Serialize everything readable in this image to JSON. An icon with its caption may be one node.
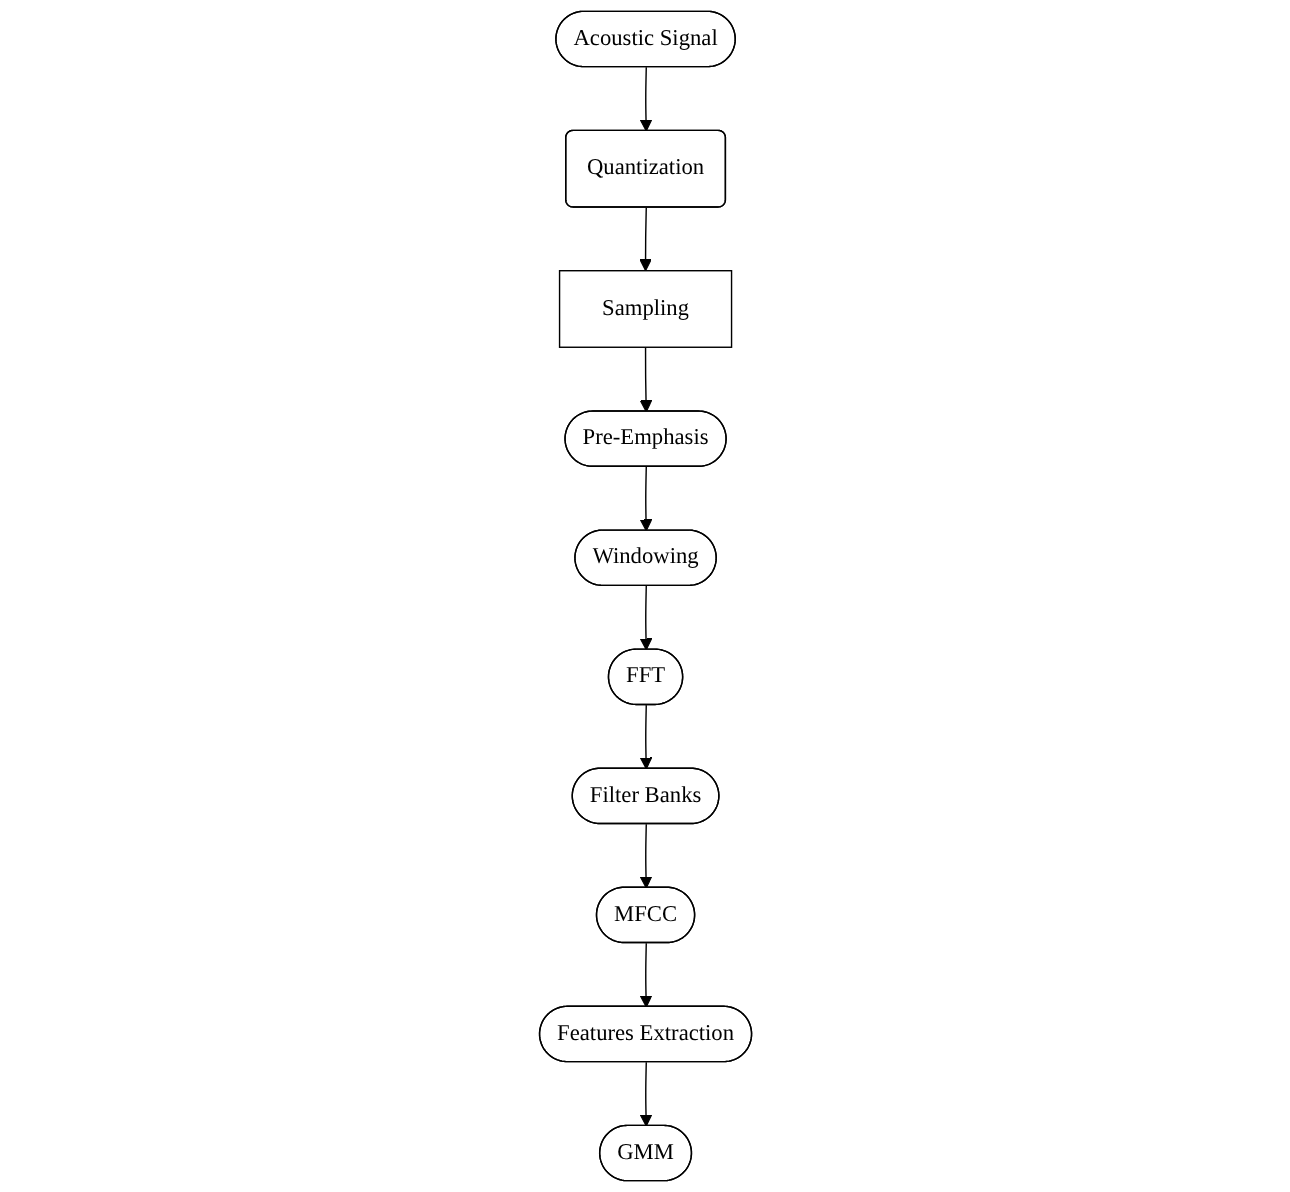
{
  "diagram": {
    "nodes": [
      {
        "text": [
          "Acoustic Signal"
        ]
      },
      {
        "text": [
          "Pre-Emphasis"
        ]
      },
      {
        "text": [
          "Quantization"
        ]
      },
      {
        "text": [
          "Sampling"
        ]
      },
      {
        "text": [
          "FFT"
        ]
      },
      {
        "text": [
          "Windowing"
        ]
      },
      {
        "text": [
          "Filter Banks"
        ]
      },
      {
        "text": [
          "MFCC"
        ]
      },
      {
        "text": [
          "GMM"
        ]
      },
      {
        "text": [
          "Features Extraction"
        ]
      }
    ],
    "edges": [
      {
        "from": 0,
        "to": 2,
        "arrow": "to"
      },
      {
        "from": 2,
        "to": 3,
        "arrow": "to"
      },
      {
        "from": 3,
        "to": 1,
        "arrow": "to"
      },
      {
        "from": 1,
        "to": 5,
        "arrow": "to"
      },
      {
        "from": 5,
        "to": 4,
        "arrow": "to"
      },
      {
        "from": 4,
        "to": 6,
        "arrow": "to"
      },
      {
        "from": 6,
        "to": 7,
        "arrow": "to"
      },
      {
        "from": 7,
        "to": 9,
        "arrow": "to"
      },
      {
        "from": 9,
        "to": 8,
        "arrow": "to"
      }
    ]
  }
}
